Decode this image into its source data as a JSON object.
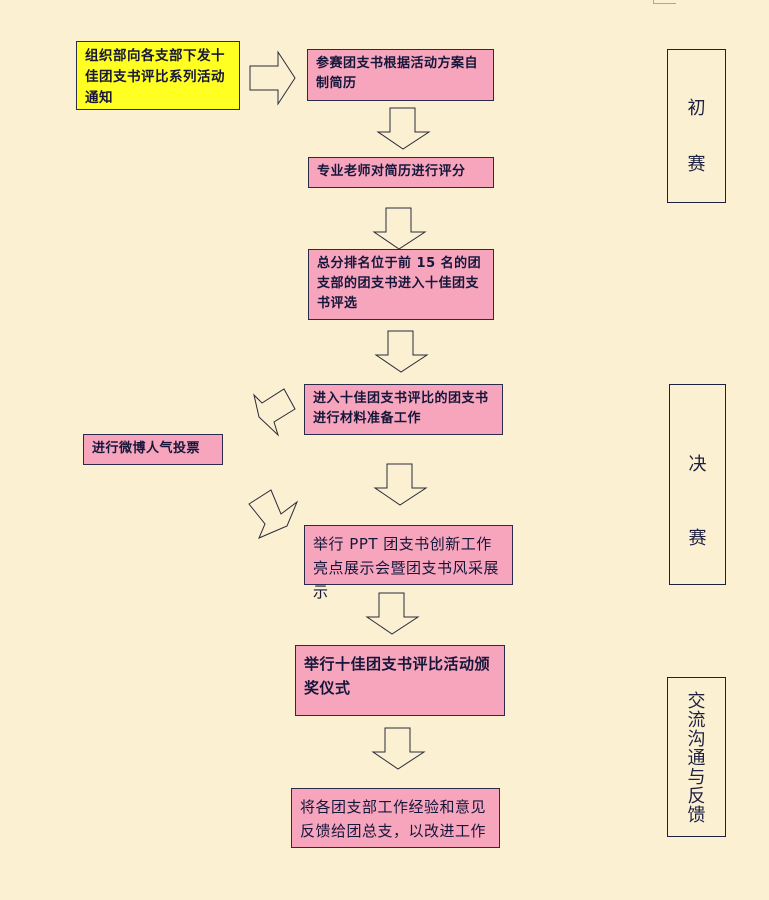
{
  "flowchart": {
    "boxes": {
      "notice": "组织部向各支部下发十佳团支书评比系列活动通知",
      "resume": "参赛团支书根据活动方案自制简历",
      "scoring": "专业老师对简历进行评分",
      "top15": "总分排名位于前 15 名的团支部的团支书进入十佳团支书评选",
      "prepare": "进入十佳团支书评比的团支书进行材料准备工作",
      "weibo_vote": "进行微博人气投票",
      "ppt_show": "举行 PPT 团支书创新工作亮点展示会暨团支书风采展示",
      "award": "举行十佳团支书评比活动颁奖仪式",
      "feedback": "将各团支部工作经验和意见反馈给团总支，以改进工作"
    },
    "stages": {
      "preliminary": [
        "初",
        "赛"
      ],
      "final": [
        "决",
        "赛"
      ],
      "communication": [
        "交",
        "流",
        "沟",
        "通",
        "与",
        "反",
        "馈"
      ]
    },
    "colors": {
      "background": "#fbf0d2",
      "process_box": "#f6a5bd",
      "start_box": "#ffff22",
      "border": "#2a2a4a"
    }
  }
}
